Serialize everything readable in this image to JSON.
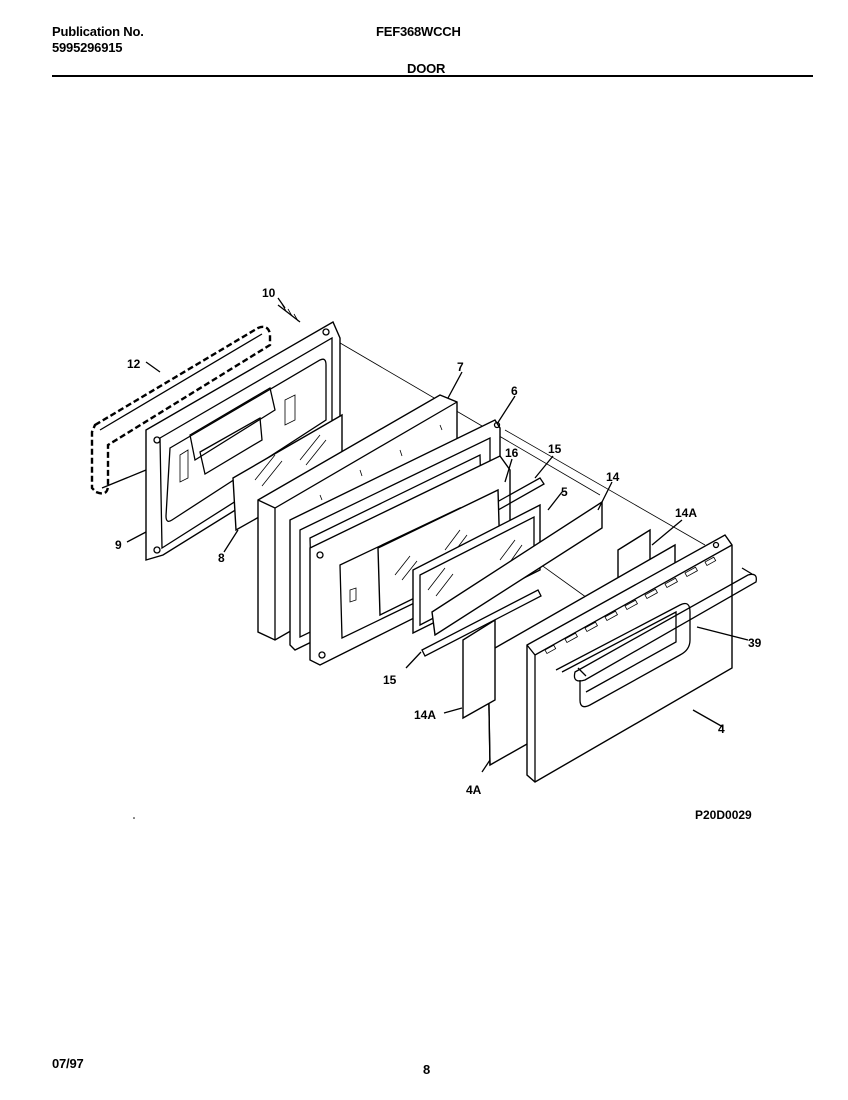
{
  "header": {
    "publication_label": "Publication No.",
    "publication_number": "5995296915",
    "model": "FEF368WCCH",
    "section_title": "DOOR"
  },
  "diagram": {
    "figure_code": "P20D0029",
    "callouts": {
      "c10": "10",
      "c12": "12",
      "c9": "9",
      "c8": "8",
      "c7": "7",
      "c6": "6",
      "c16": "16",
      "c15a": "15",
      "c5": "5",
      "c14": "14",
      "c14a_top": "14A",
      "c39": "39",
      "c4": "4",
      "c4a": "4A",
      "c14a_bottom": "14A",
      "c15b": "15"
    }
  },
  "footer": {
    "date": "07/97",
    "page_number": "8"
  }
}
